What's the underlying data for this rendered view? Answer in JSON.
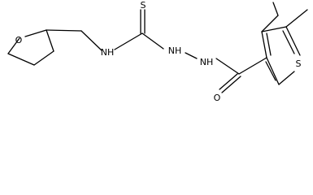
{
  "atoms": {
    "thf_oxygen": "O",
    "amine_nh_left": "NH",
    "thione_sulfur": "S",
    "hydrazine_nh_1": "NH",
    "hydrazine_nh_2": "NH",
    "carbonyl_oxygen": "O",
    "thiophene_sulfur": "S"
  },
  "colors": {
    "bond": "#000000",
    "atom_label": "#000000",
    "background": "#ffffff"
  }
}
